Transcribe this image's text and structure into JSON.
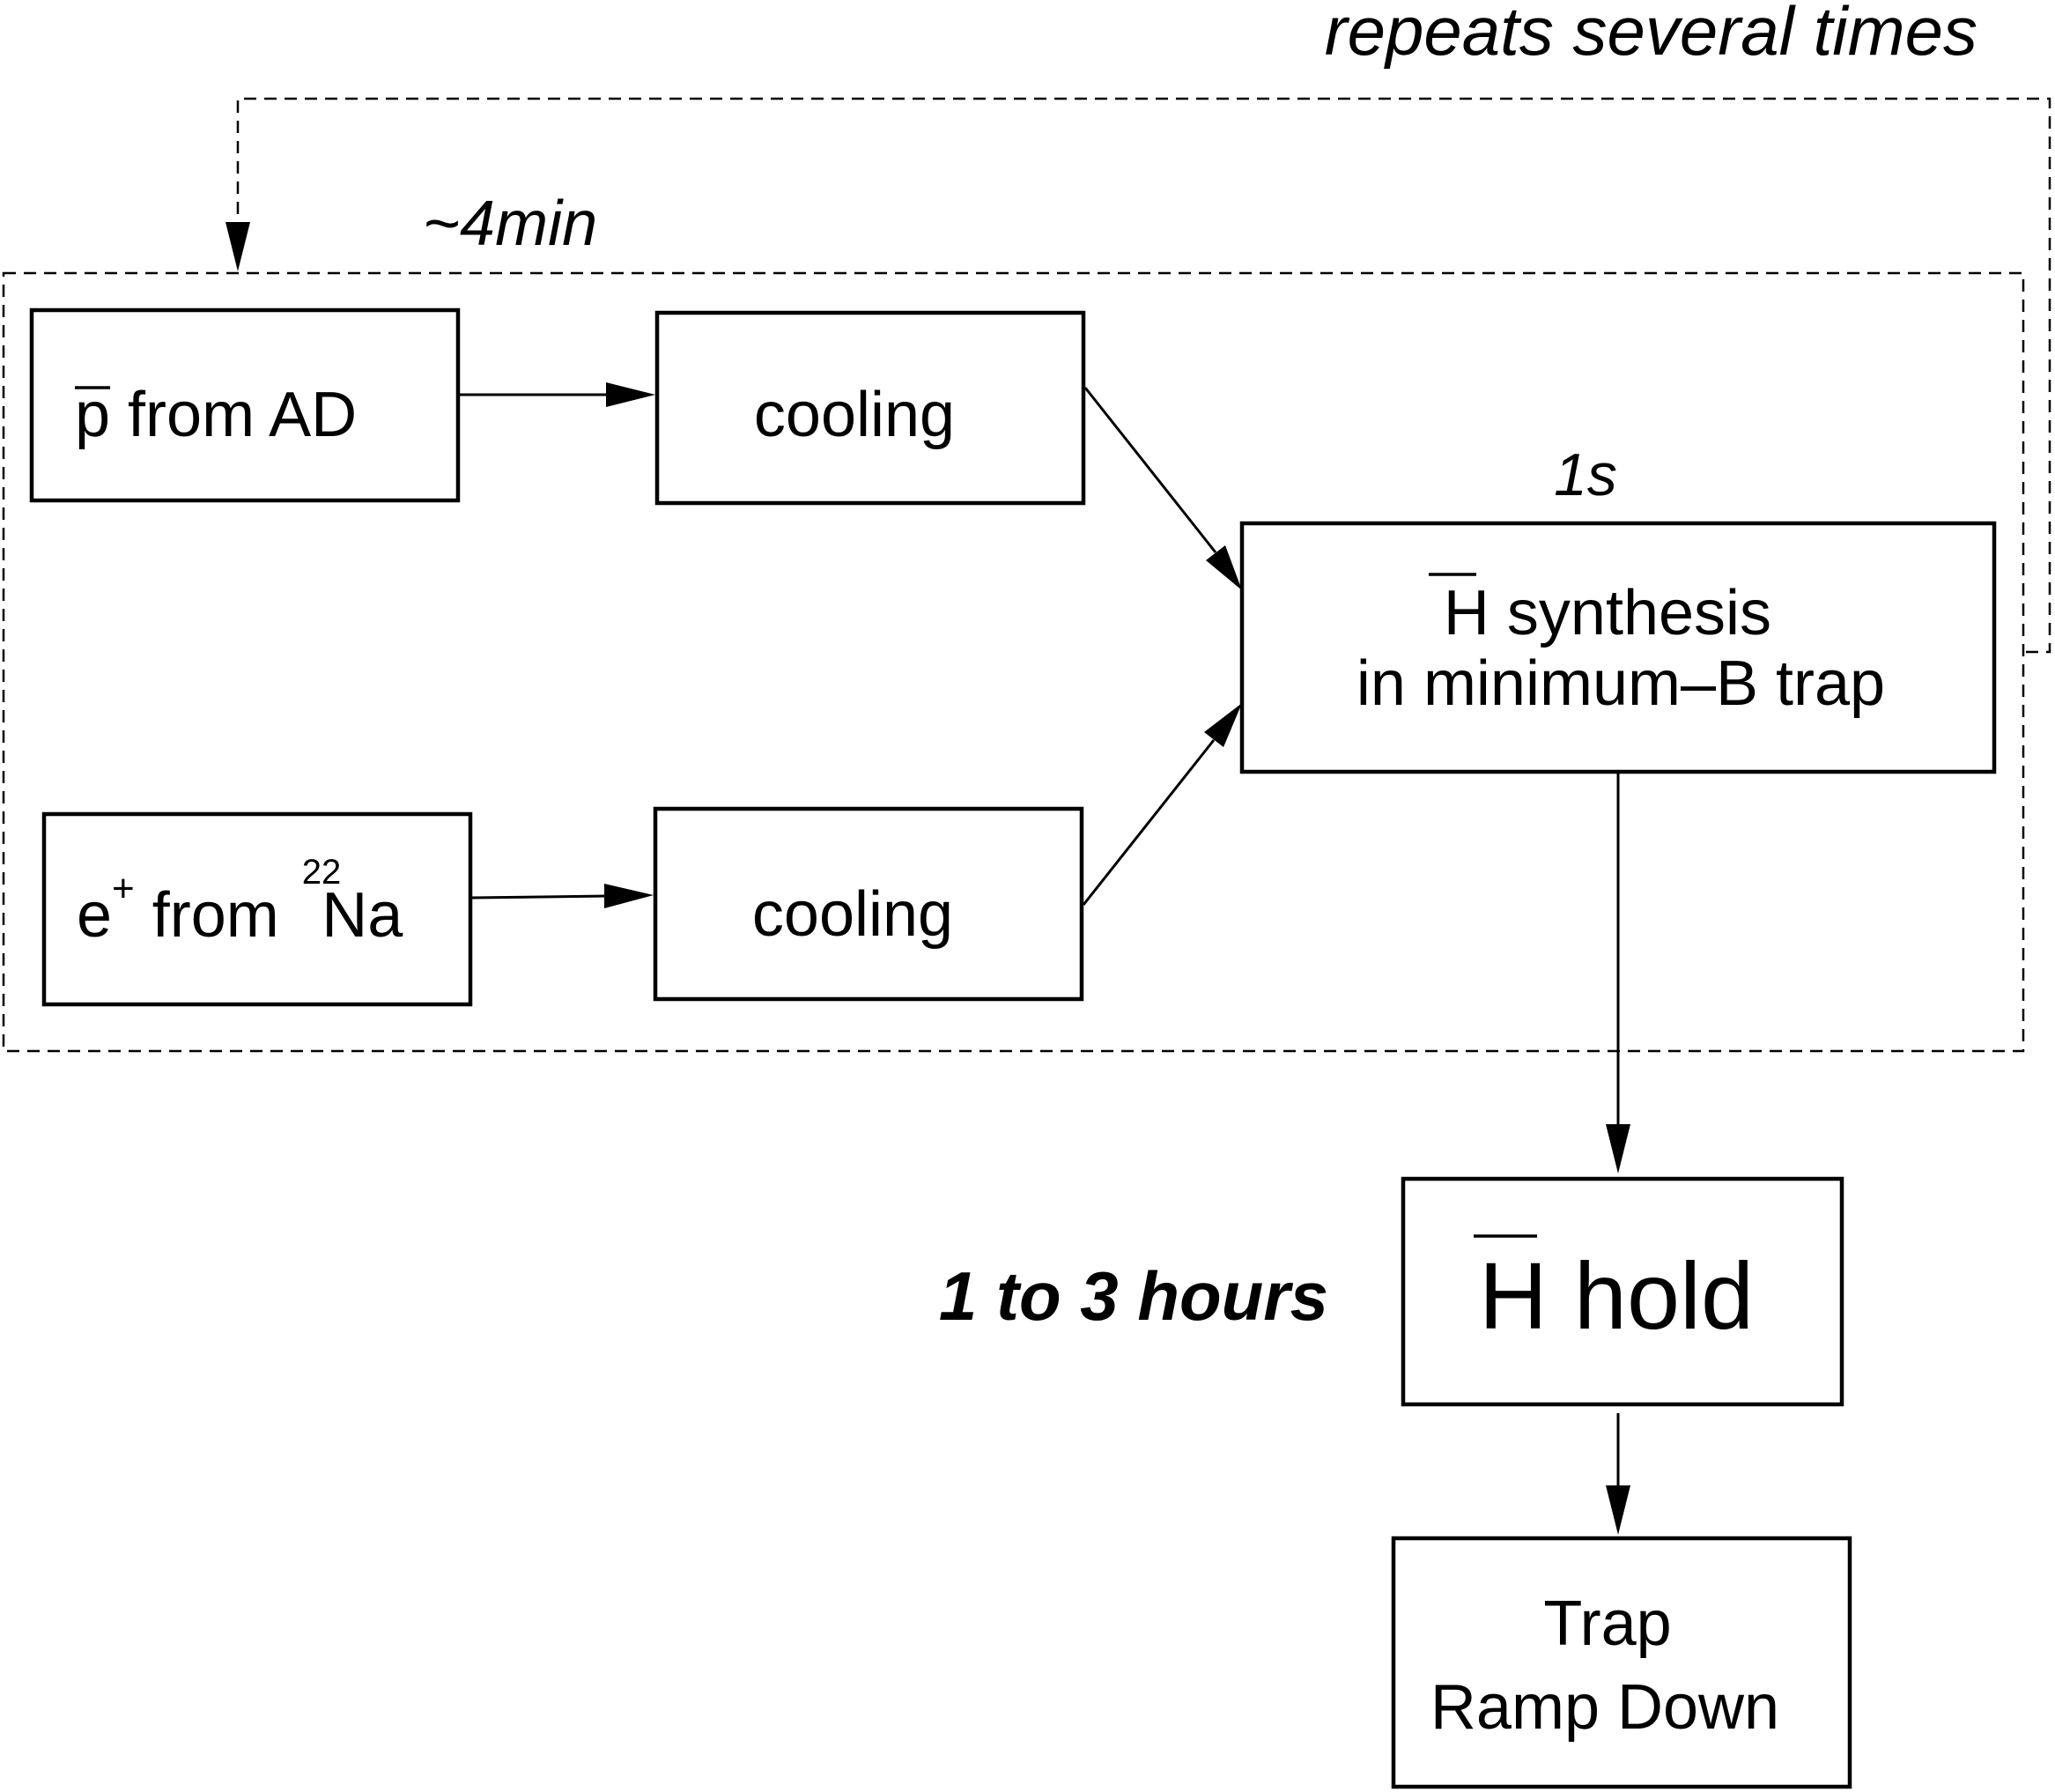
{
  "annotations": {
    "repeat": "repeats several times",
    "loop_time": "~4min",
    "synthesis_time": "1s",
    "hold_time": "1 to 3 hours"
  },
  "boxes": {
    "antiproton": {
      "symbol": "p",
      "text": " from AD"
    },
    "cooling_top": {
      "text": "cooling"
    },
    "positron": {
      "symbol": "e",
      "charge": "+",
      "mid": " from ",
      "isotope": "22",
      "element": "Na"
    },
    "cooling_bottom": {
      "text": "cooling"
    },
    "synthesis": {
      "symbol": "H",
      "line1_rest": " synthesis",
      "line2": "in minimum–B trap"
    },
    "hold": {
      "symbol": "H",
      "text": " hold"
    },
    "rampdown": {
      "line1": "Trap",
      "line2": "Ramp Down"
    }
  },
  "colors": {
    "stroke": "#000000",
    "background": "#ffffff"
  }
}
